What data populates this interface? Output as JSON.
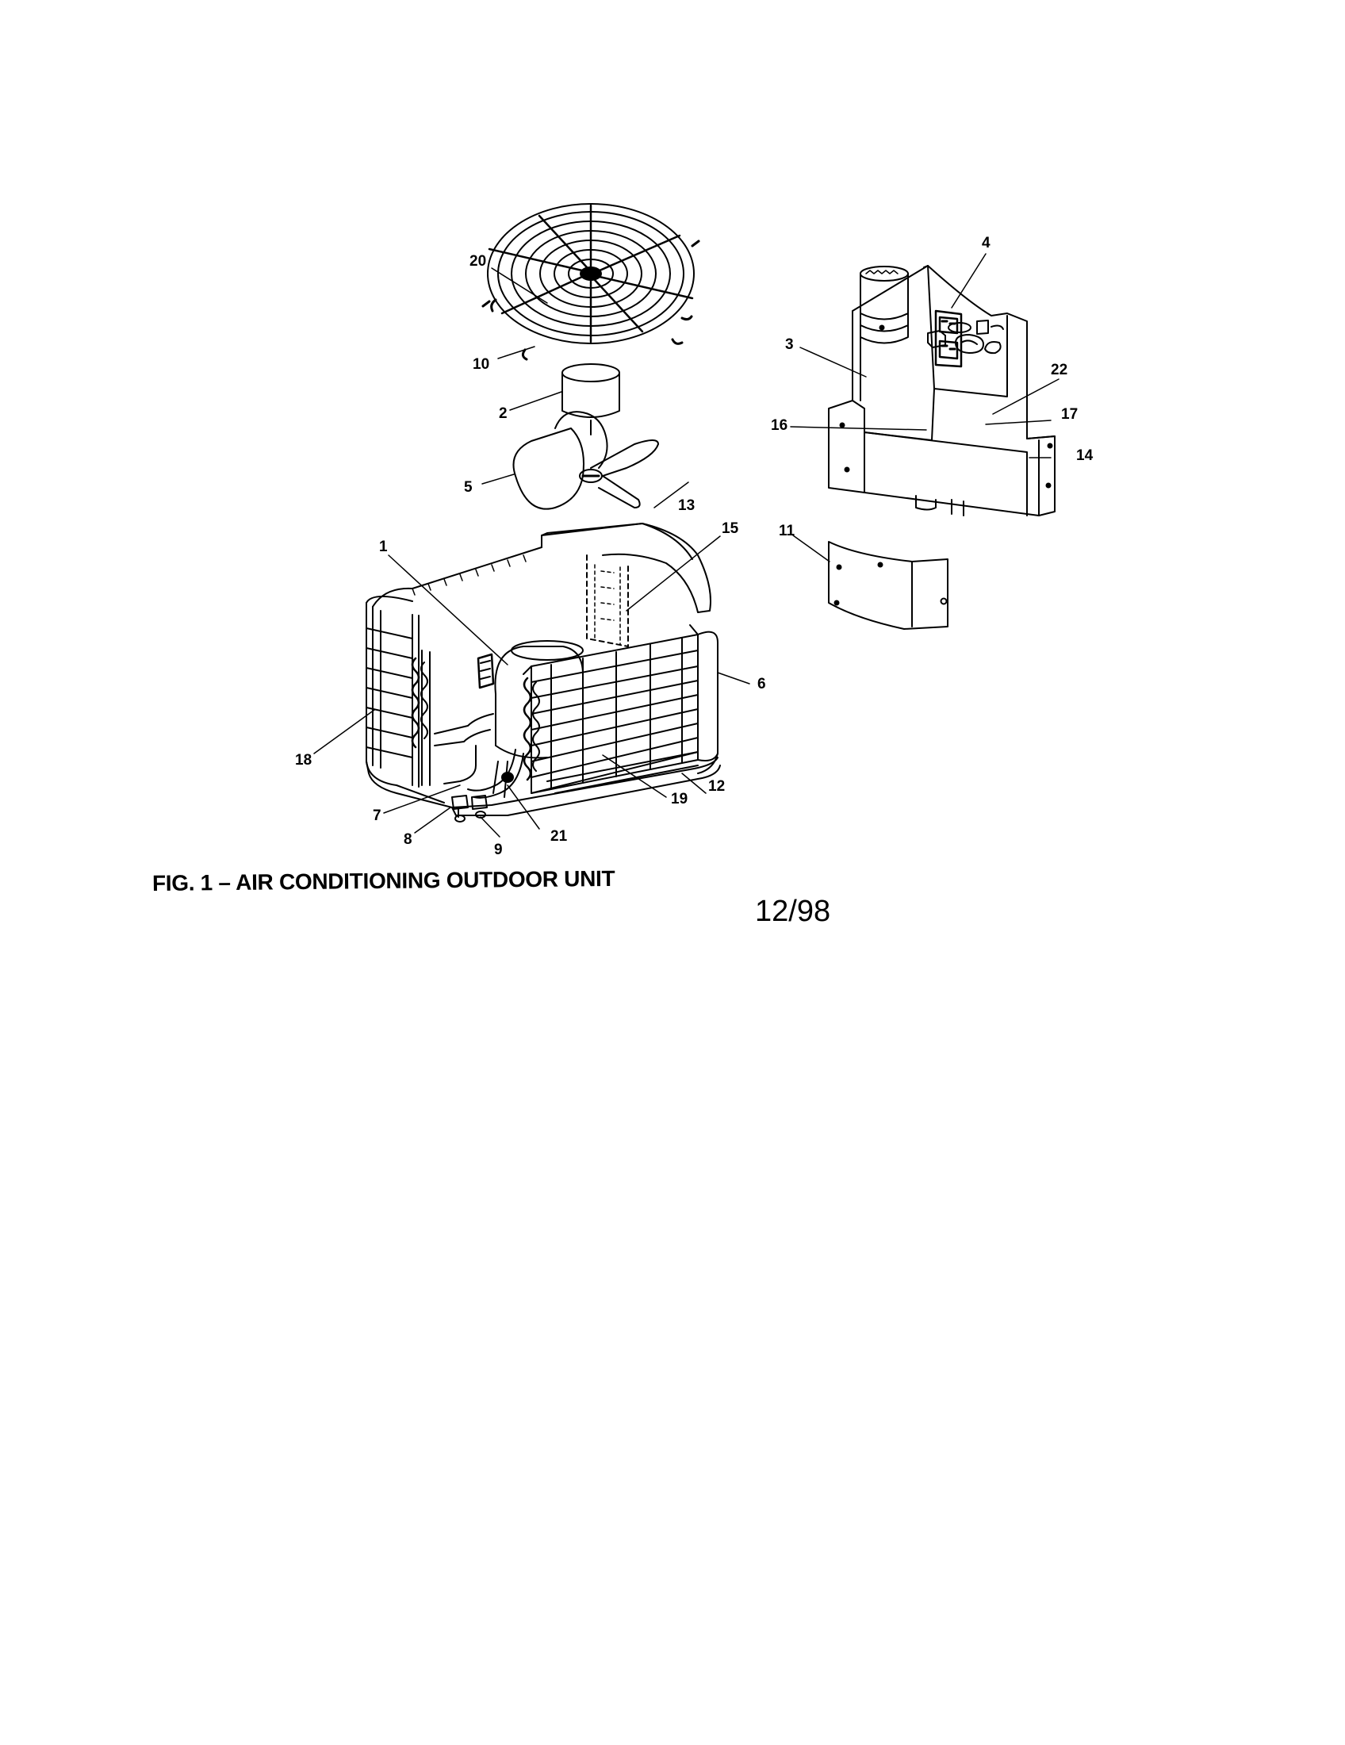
{
  "figure": {
    "caption": "FIG. 1 – AIR CONDITIONING OUTDOOR UNIT",
    "date_code": "12/98"
  },
  "callouts": {
    "c1": "1",
    "c2": "2",
    "c3": "3",
    "c4": "4",
    "c5": "5",
    "c6": "6",
    "c7": "7",
    "c8": "8",
    "c9": "9",
    "c10": "10",
    "c11": "11",
    "c12": "12",
    "c13": "13",
    "c14": "14",
    "c15": "15",
    "c16": "16",
    "c17": "17",
    "c18": "18",
    "c19": "19",
    "c20": "20",
    "c21": "21",
    "c22": "22"
  },
  "colors": {
    "ink": "#000000",
    "paper": "#ffffff"
  }
}
